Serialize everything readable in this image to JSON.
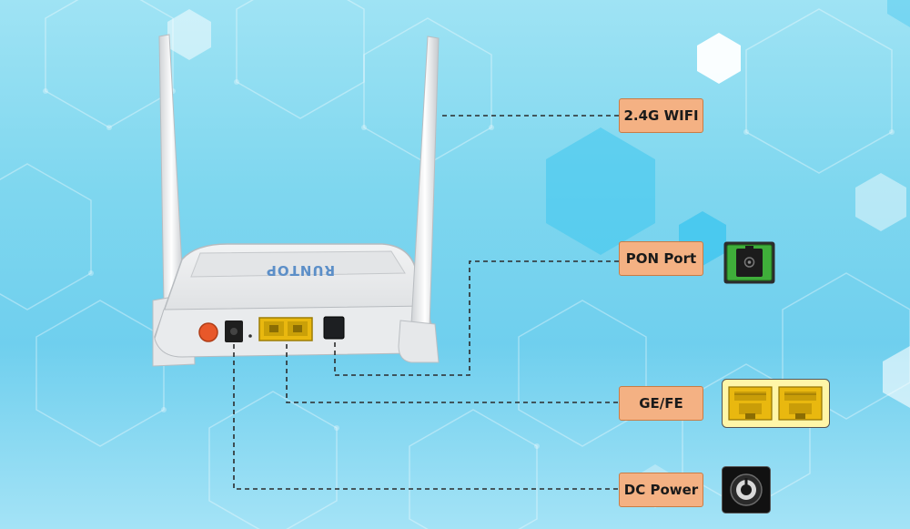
{
  "device": {
    "brand": "RUNTOP"
  },
  "callouts": {
    "wifi": "2.4G WIFI",
    "pon_port": "PON Port",
    "ge_fe": "GE/FE",
    "dc_power": "DC Power"
  },
  "icons": {
    "pon": "optical-pon-connector-icon",
    "ethernet": "dual-ethernet-port-icon",
    "power": "dc-power-jack-icon"
  },
  "colors": {
    "callout_fill": "#f4b183",
    "callout_border": "#c97c45",
    "leader_line": "#2b2b2b",
    "ethernet_port": "#e9b80f",
    "pon_port": "#3fae3a",
    "reset_button": "#e8582a"
  }
}
